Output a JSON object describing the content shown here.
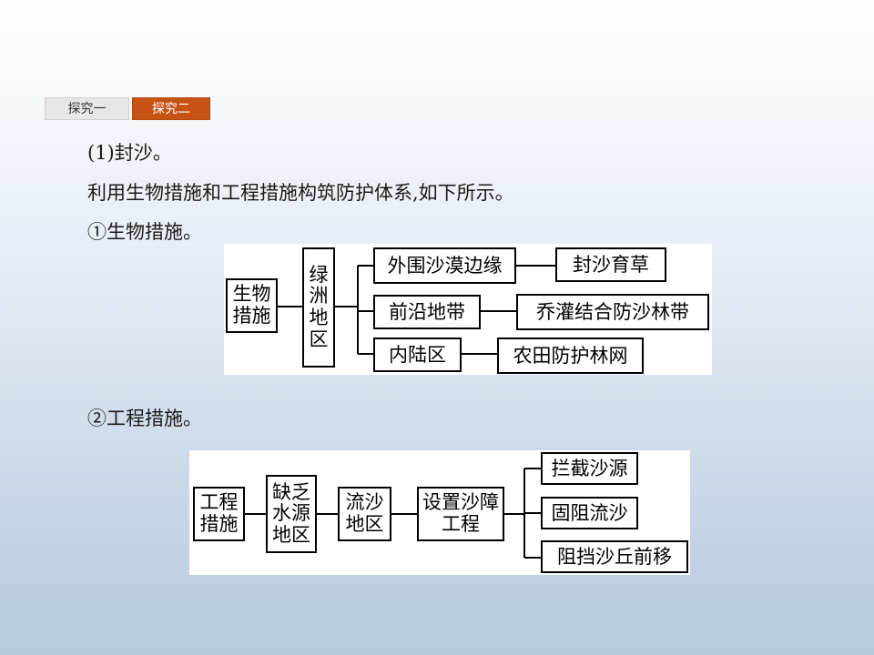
{
  "tabs": [
    {
      "label": "探究一",
      "active": false
    },
    {
      "label": "探究二",
      "active": true
    }
  ],
  "content": {
    "line1": "(1)封沙。",
    "line2": "利用生物措施和工程措施构筑防护体系,如下所示。",
    "line3": "①生物措施。",
    "line4": "②工程措施。"
  },
  "bio_diagram": {
    "root": "生物措施",
    "region": "绿洲地区",
    "branches": [
      {
        "area": "外围沙漠边缘",
        "measure": "封沙育草"
      },
      {
        "area": "前沿地带",
        "measure": "乔灌结合防沙林带"
      },
      {
        "area": "内陆区",
        "measure": "农田防护林网"
      }
    ]
  },
  "eng_diagram": {
    "chain": [
      "工程措施",
      "缺乏水源地区",
      "流沙地区",
      "设置沙障工程"
    ],
    "outcomes": [
      "拦截沙源",
      "固阻流沙",
      "阻挡沙丘前移"
    ]
  },
  "colors": {
    "active_tab": "#c65214",
    "inactive_tab": "#e7e7e7"
  }
}
